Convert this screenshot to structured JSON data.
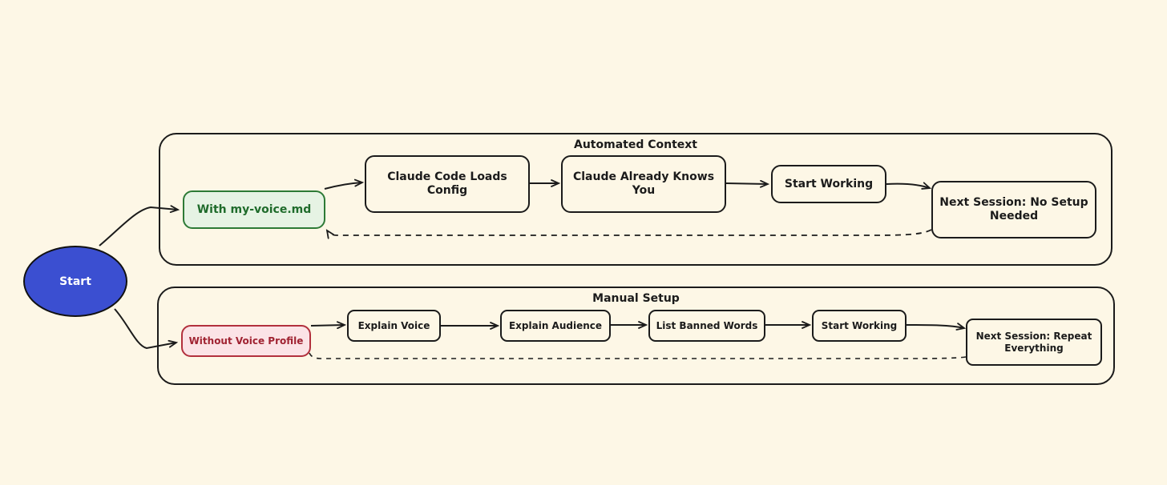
{
  "diagram": {
    "start": {
      "label": "Start",
      "color": "#3b4fd1"
    },
    "lanes": [
      {
        "title": "Automated Context",
        "entry": "With my-voice.md",
        "steps": [
          "Claude Code Loads Config",
          "Claude Already Knows You",
          "Start Working",
          "Next Session: No Setup Needed"
        ]
      },
      {
        "title": "Manual Setup",
        "entry": "Without Voice Profile",
        "steps": [
          "Explain Voice",
          "Explain Audience",
          "List Banned Words",
          "Start Working",
          "Next Session: Repeat Everything"
        ]
      }
    ],
    "colors": {
      "background": "#fdf7e6",
      "green_fill": "#e6f3e4",
      "green_stroke": "#2d7a36",
      "red_fill": "#fbe3e6",
      "red_stroke": "#b2303d"
    }
  }
}
